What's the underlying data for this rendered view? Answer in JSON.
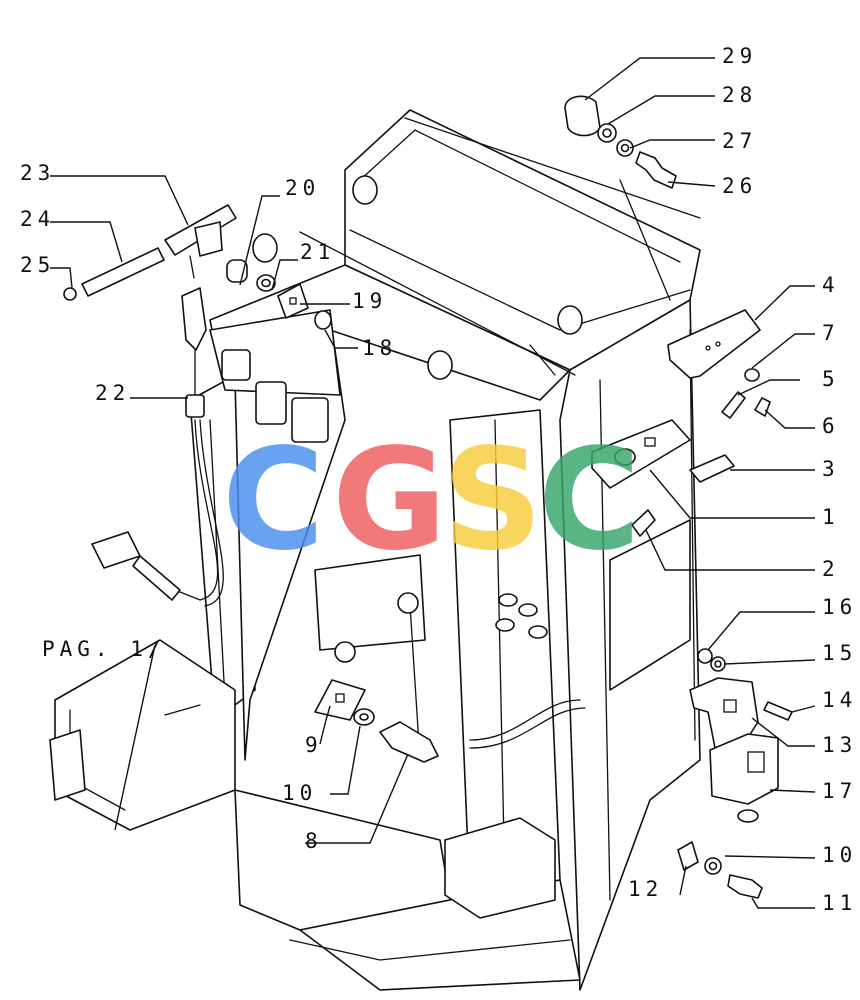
{
  "diagram": {
    "callouts": [
      "29",
      "28",
      "27",
      "26",
      "23",
      "24",
      "25",
      "20",
      "21",
      "19",
      "18",
      "4",
      "7",
      "5",
      "6",
      "22",
      "3",
      "1",
      "2",
      "16",
      "15",
      "14",
      "13",
      "17",
      "9",
      "10",
      "8",
      "10",
      "12",
      "11"
    ],
    "page_reference": "PAG. 1/"
  },
  "watermark": {
    "letters": [
      "C",
      "G",
      "S",
      "C"
    ],
    "colors": [
      "#4a8ef0",
      "#ef5c5c",
      "#f7cd3c",
      "#35a56a"
    ]
  }
}
